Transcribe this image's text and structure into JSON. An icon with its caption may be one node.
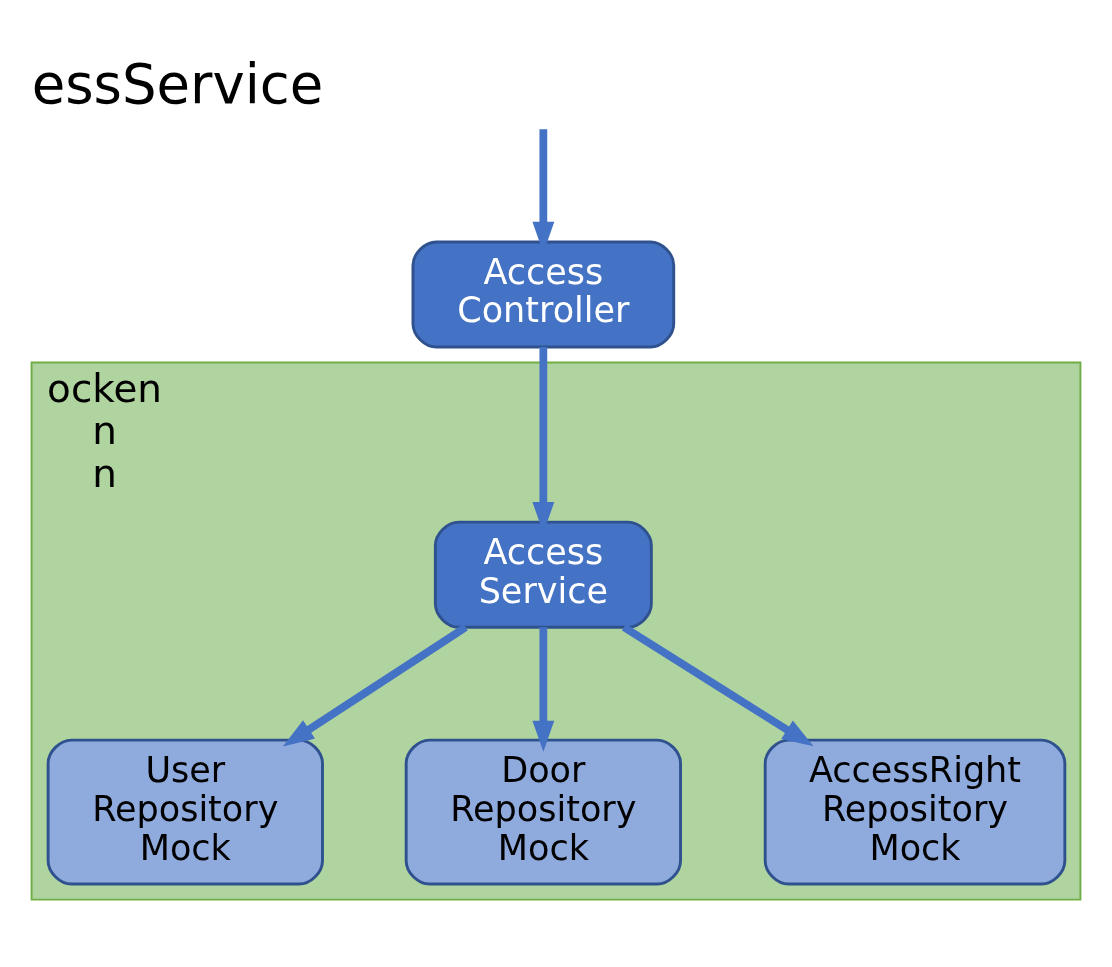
{
  "diagram": {
    "title": "essService",
    "nodes": [
      {
        "text": [
          "Access Controller"
        ]
      },
      {
        "text": [
          "ocken n n"
        ]
      },
      {
        "text": [
          "Access Service"
        ],
        "in": 1
      },
      {
        "text": [
          "User Repository Mock"
        ],
        "in": 1
      },
      {
        "text": [
          "Door Repository Mock"
        ],
        "in": 1
      },
      {
        "text": [
          "AccessRight Repository Mock"
        ],
        "in": 1
      }
    ],
    "edges": [
      {
        "from": null,
        "to": 0,
        "arrow": "to"
      },
      {
        "from": 0,
        "to": 2,
        "arrow": "to"
      },
      {
        "from": 2,
        "to": 3,
        "arrow": "to"
      },
      {
        "from": 2,
        "to": 4,
        "arrow": "to"
      },
      {
        "from": 2,
        "to": 5,
        "arrow": "to"
      }
    ]
  }
}
